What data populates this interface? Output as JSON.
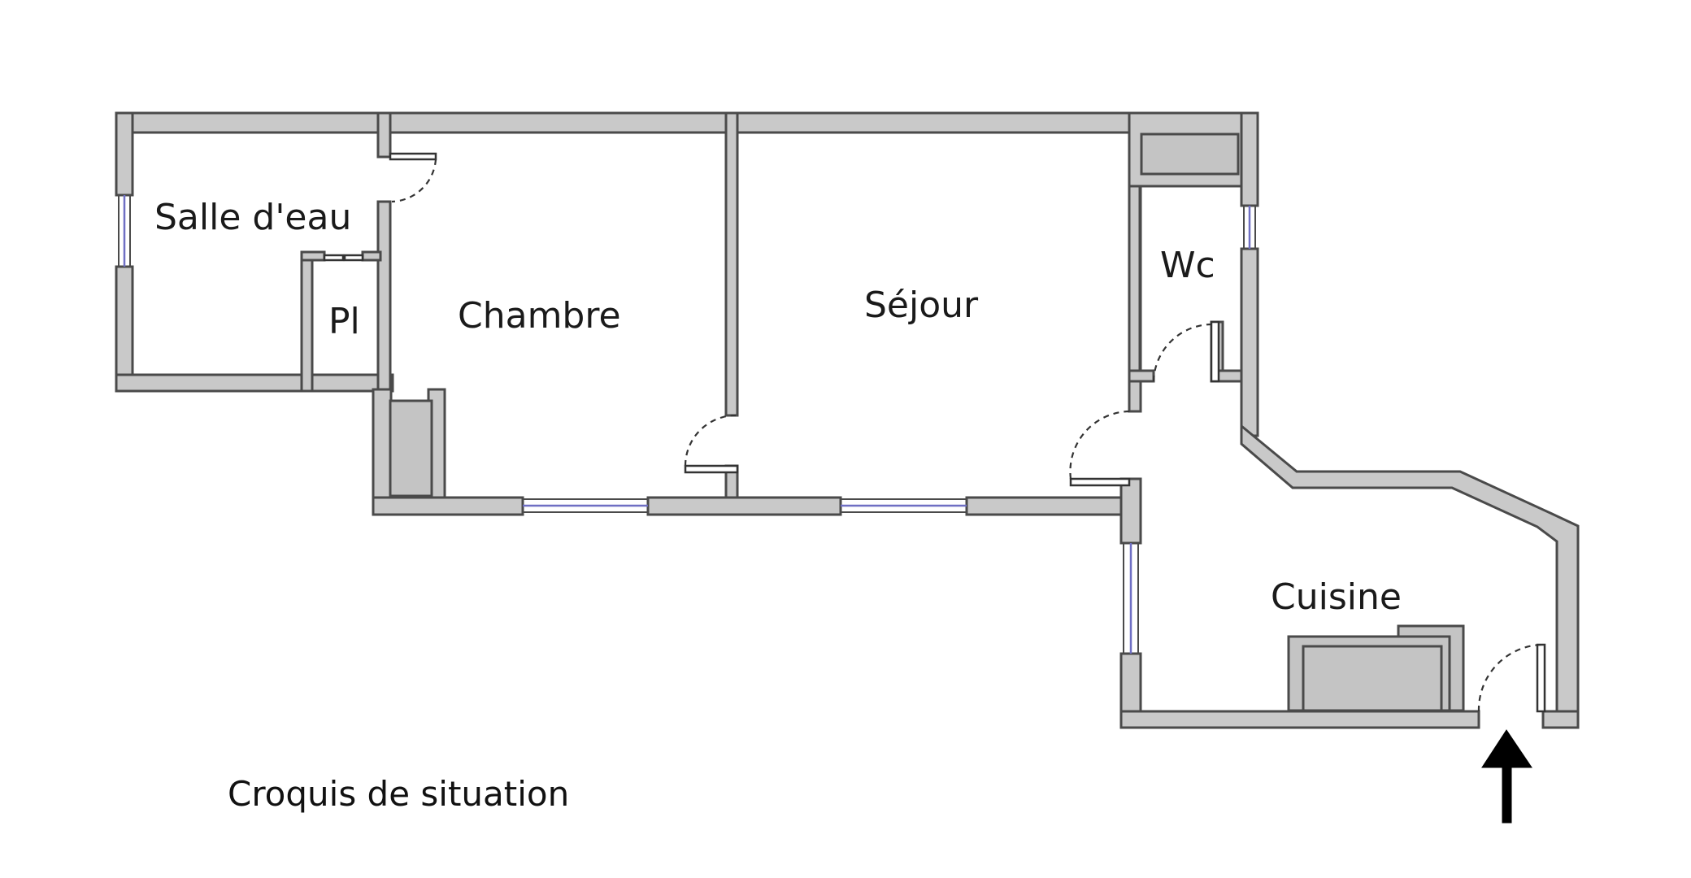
{
  "diagram": {
    "type": "floor-plan",
    "rooms": [
      {
        "id": "salle-d-eau",
        "label": "Salle d'eau"
      },
      {
        "id": "placard",
        "label": "Pl"
      },
      {
        "id": "chambre",
        "label": "Chambre"
      },
      {
        "id": "sejour",
        "label": "Séjour"
      },
      {
        "id": "wc",
        "label": "Wc"
      },
      {
        "id": "cuisine",
        "label": "Cuisine"
      }
    ],
    "caption": "Croquis de situation",
    "entrance_marker": "arrow-up-icon",
    "colors": {
      "wall_fill": "#c9c9c9",
      "wall_stroke": "#4a4a4a",
      "window": "#6f6fc4",
      "background": "#ffffff"
    }
  }
}
